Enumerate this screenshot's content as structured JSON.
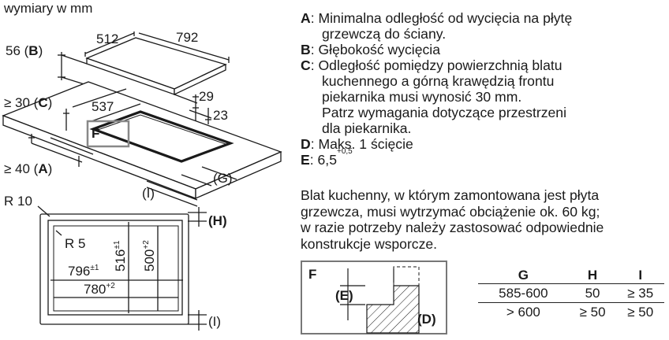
{
  "unit_label": "wymiary w mm",
  "top_view": {
    "dim_width": "512",
    "dim_depth": "792",
    "dim_b": "56 (",
    "dim_b_key": "B",
    "dim_c": "≥ 30 (",
    "dim_c_key": "C",
    "dim_a": "≥ 40 (",
    "dim_a_key": "A",
    "dim_cut": "537",
    "dim_29": "29",
    "dim_23": "23",
    "detail_f": "F",
    "label_g": "(G)",
    "label_i": "(I)"
  },
  "cutout": {
    "r10": "R 10",
    "r5": "R 5",
    "w796": "796",
    "w796_tol": "±1",
    "w780": "780",
    "w780_tol": "+2",
    "h516": "516",
    "h516_tol": "±1",
    "h500": "500",
    "h500_tol": "+2",
    "label_h": "(H)",
    "label_i": "(I)"
  },
  "legend": {
    "a_key": "A",
    "a_text": ": Minimalna odległość od wycięcia na płytę",
    "a_text2": "grzewczą do ściany.",
    "b_key": "B",
    "b_text": ": Głębokość wycięcia",
    "c_key": "C",
    "c_text": ": Odległość pomiędzy powierzchnią blatu",
    "c_text2": "kuchennego a górną krawędzią frontu",
    "c_text3": "piekarnika musi wynosić 30 mm.",
    "c_text4": "Patrz wymagania dotyczące przestrzeni",
    "c_text5": "dla piekarnika.",
    "d_key": "D",
    "d_text": ": Maks. 1 ścięcie",
    "e_key": "E",
    "e_text": ": 6,5",
    "e_tol": "+0,5"
  },
  "note": {
    "line1": "Blat kuchenny, w którym zamontowana jest płyta",
    "line2": "grzewcza, musi wytrzymać obciążenie ok. 60 kg;",
    "line3": "w razie potrzeby należy zastosować odpowiednie",
    "line4": "konstrukcje wsporcze."
  },
  "detail": {
    "f": "F",
    "e": "(E)",
    "d": "(D)"
  },
  "table": {
    "headers": [
      "G",
      "H",
      "I"
    ],
    "rows": [
      [
        "585-600",
        "50",
        "≥ 35"
      ],
      [
        "> 600",
        "≥ 50",
        "≥ 50"
      ]
    ]
  }
}
